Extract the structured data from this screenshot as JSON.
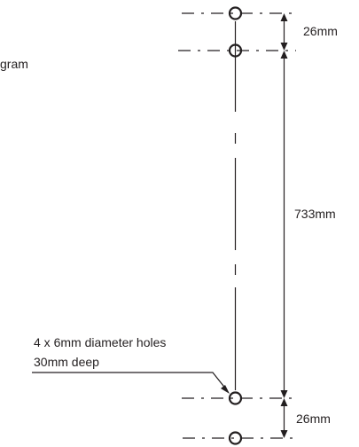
{
  "caption_fragment": "gram",
  "dimensions": {
    "top_spacing": "26mm",
    "main_spacing": "733mm",
    "bottom_spacing": "26mm"
  },
  "note": {
    "line1": "4 x 6mm diameter holes",
    "line2": "30mm deep"
  }
}
